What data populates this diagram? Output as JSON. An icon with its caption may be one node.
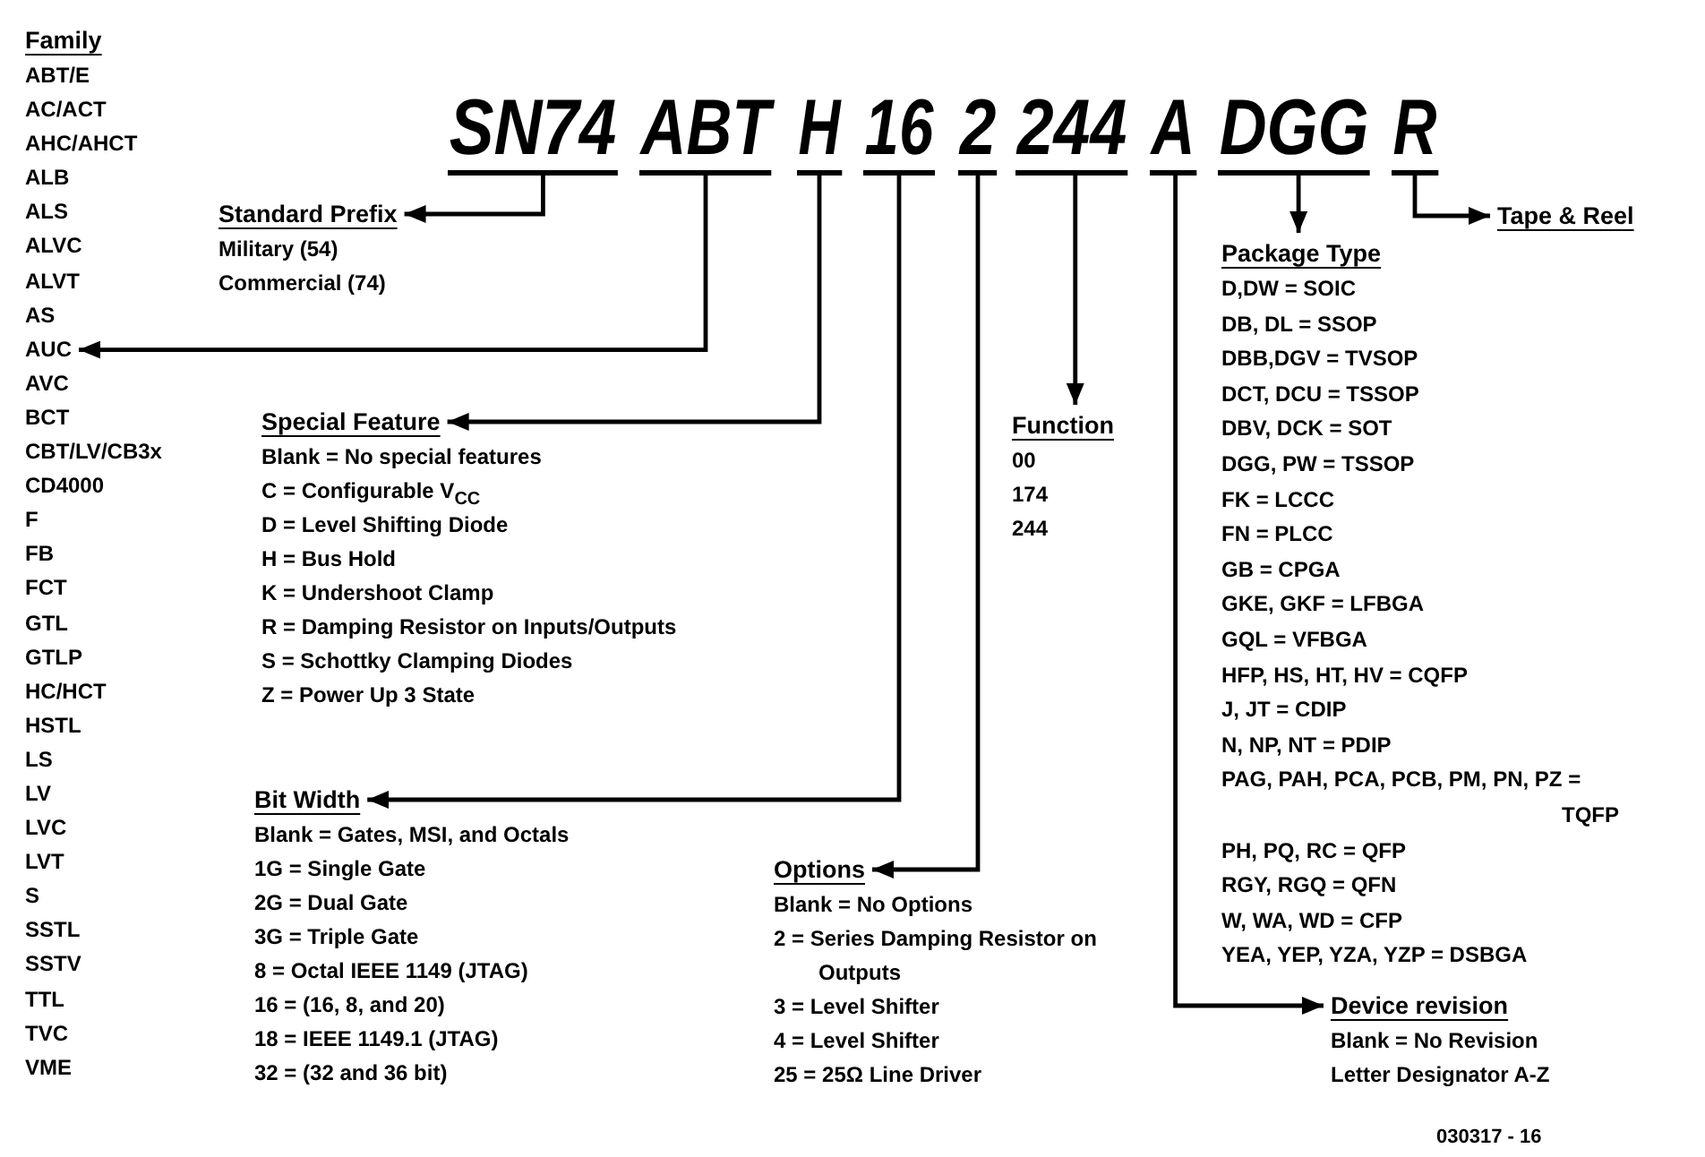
{
  "diagram": {
    "nodes": [
      {
        "text": [
          "SN74"
        ]
      },
      {
        "text": [
          "ABT"
        ]
      },
      {
        "text": [
          "H"
        ]
      },
      {
        "text": [
          "16"
        ]
      },
      {
        "text": [
          "2"
        ]
      },
      {
        "text": [
          "244"
        ]
      },
      {
        "text": [
          "A"
        ]
      },
      {
        "text": [
          "DGG"
        ]
      },
      {
        "text": [
          "R"
        ]
      },
      {
        "text": [
          "Family",
          "ABT/E",
          "AC/ACT",
          "AHC/AHCT",
          "ALB",
          "ALS",
          "ALVC",
          "ALVT",
          "AS",
          "AUC",
          "AVC",
          "BCT",
          "CBT/LV/CB3x",
          "CD4000",
          "F",
          "FB",
          "FCT",
          "GTL",
          "GTLP",
          "HC/HCT",
          "HSTL",
          "LS",
          "LV",
          "LVC",
          "LVT",
          "S",
          "SSTL",
          "SSTV",
          "TTL",
          "TVC",
          "VME"
        ]
      },
      {
        "text": [
          "Standard Prefix",
          "Military (54)",
          "Commercial (74)"
        ]
      },
      {
        "text": [
          "Special Feature",
          "Blank = No special features",
          "C = Configurable V$_{CC}$",
          "D = Level Shifting Diode",
          "H = Bus Hold",
          "K = Undershoot Clamp",
          "R = Damping Resistor on Inputs/Outputs",
          "S = Schottky Clamping Diodes",
          "Z = Power Up 3 State"
        ]
      },
      {
        "text": [
          "Function",
          "00",
          "174",
          "244"
        ]
      },
      {
        "text": [
          "Package Type",
          "D,DW = SOIC",
          "DB, DL = SSOP",
          "DBB,DGV = TVSOP",
          "DCT, DCU = TSSOP",
          "DBV, DCK = SOT",
          "DGG, PW = TSSOP",
          "FK = LCCC",
          "FN = PLCC",
          "GB = CPGA",
          "GKE, GKF = LFBGA",
          "GQL = VFBGA",
          "HFP, HS, HT, HV = CQFP",
          "J, JT = CDIP",
          "N, NP, NT = PDIP",
          "PAG, PAH, PCA, PCB, PM, PN, PZ = TQFP",
          "PH, PQ, RC = QFP",
          "RGY, RGQ = QFN",
          "W, WA, WD = CFP",
          "YEA, YEP, YZA, YZP = DSBGA"
        ]
      },
      {
        "text": [
          "Tape & Reel"
        ]
      },
      {
        "text": [
          "Bit Width",
          "Blank = Gates, MSI, and Octals",
          "1G = Single Gate",
          "2G = Dual Gate",
          "3G = Triple Gate",
          "8 = Octal IEEE 1149 (JTAG)",
          "16 = (16, 8, and 20)",
          "18 = IEEE 1149.1 (JTAG)",
          "32 = (32 and 36 bit)"
        ]
      },
      {
        "text": [
          "Options",
          "Blank = No Options",
          "2 = Series Damping Resistor on Outputs",
          "3 = Level Shifter",
          "4 = Level Shifter",
          "25 = 25Ω Line Driver"
        ]
      },
      {
        "text": [
          "Device revision",
          "Blank = No Revision",
          "Letter Designator A-Z"
        ]
      }
    ],
    "edges": [
      {
        "from": 0,
        "to": 10,
        "arrow": "to"
      },
      {
        "from": 1,
        "to": 9,
        "arrow": "to"
      },
      {
        "from": 2,
        "to": 11,
        "arrow": "to"
      },
      {
        "from": 3,
        "to": 15,
        "arrow": "to"
      },
      {
        "from": 4,
        "to": 16,
        "arrow": "to"
      },
      {
        "from": 5,
        "to": 12,
        "arrow": "to"
      },
      {
        "from": 6,
        "to": 17,
        "arrow": "to"
      },
      {
        "from": 7,
        "to": 13,
        "arrow": "to"
      },
      {
        "from": 8,
        "to": 14,
        "arrow": "to"
      }
    ],
    "labels": [
      "030317 - 16"
    ]
  }
}
